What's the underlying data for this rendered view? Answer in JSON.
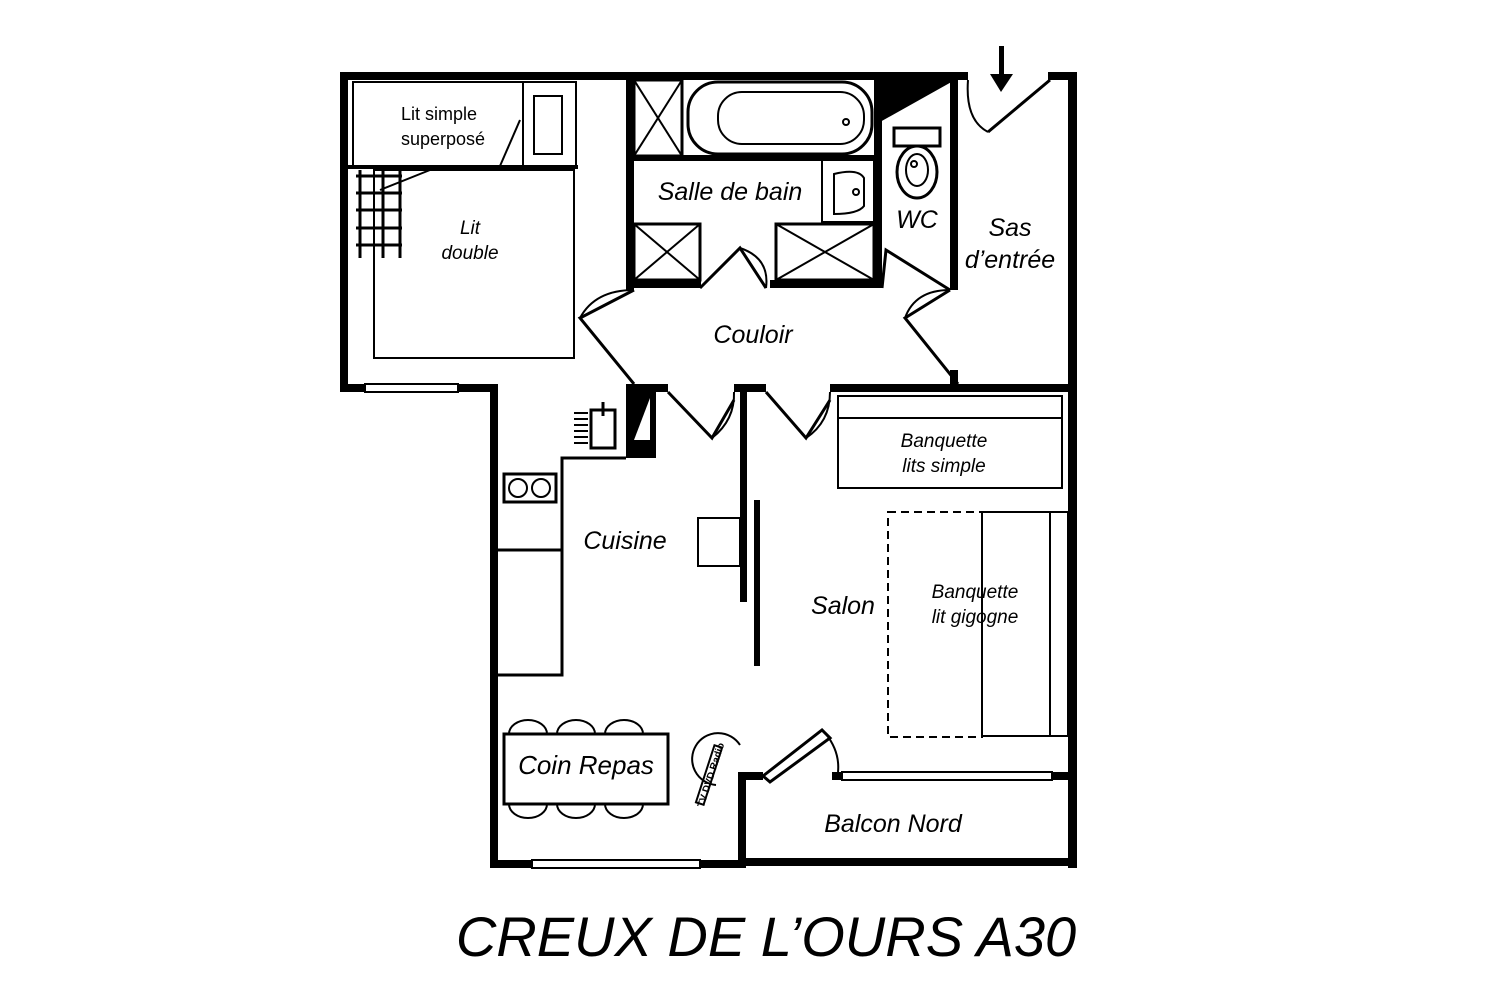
{
  "plan": {
    "title": "CREUX DE L’OURS A30",
    "rooms": {
      "lit_simple_1": "Lit simple",
      "lit_simple_2": "superposé",
      "lit_double_1": "Lit",
      "lit_double_2": "double",
      "salle_de_bain": "Salle de bain",
      "wc": "WC",
      "sas_1": "Sas",
      "sas_2": "d’entrée",
      "couloir": "Couloir",
      "banquette_simple_1": "Banquette",
      "banquette_simple_2": "lits simple",
      "cuisine": "Cuisine",
      "salon": "Salon",
      "banquette_gigogne_1": "Banquette",
      "banquette_gigogne_2": "lit gigogne",
      "coin_repas": "Coin Repas",
      "tv": "TV DVD Radio",
      "balcon": "Balcon Nord"
    },
    "colors": {
      "ink": "#000000",
      "background": "#ffffff"
    }
  }
}
